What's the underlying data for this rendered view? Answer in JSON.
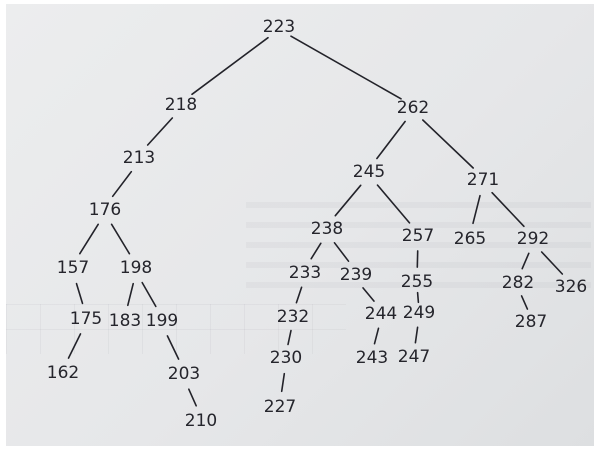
{
  "tree": {
    "nodes": [
      {
        "id": "n223",
        "label": "223"
      },
      {
        "id": "n218",
        "label": "218"
      },
      {
        "id": "n262",
        "label": "262"
      },
      {
        "id": "n213",
        "label": "213"
      },
      {
        "id": "n176",
        "label": "176"
      },
      {
        "id": "n157",
        "label": "157"
      },
      {
        "id": "n198",
        "label": "198"
      },
      {
        "id": "n175",
        "label": "175"
      },
      {
        "id": "n183",
        "label": "183"
      },
      {
        "id": "n199",
        "label": "199"
      },
      {
        "id": "n162",
        "label": "162"
      },
      {
        "id": "n203",
        "label": "203"
      },
      {
        "id": "n210",
        "label": "210"
      },
      {
        "id": "n245",
        "label": "245"
      },
      {
        "id": "n271",
        "label": "271"
      },
      {
        "id": "n238",
        "label": "238"
      },
      {
        "id": "n257",
        "label": "257"
      },
      {
        "id": "n233",
        "label": "233"
      },
      {
        "id": "n239",
        "label": "239"
      },
      {
        "id": "n255",
        "label": "255"
      },
      {
        "id": "n232",
        "label": "232"
      },
      {
        "id": "n244",
        "label": "244"
      },
      {
        "id": "n249",
        "label": "249"
      },
      {
        "id": "n230",
        "label": "230"
      },
      {
        "id": "n243",
        "label": "243"
      },
      {
        "id": "n247",
        "label": "247"
      },
      {
        "id": "n227",
        "label": "227"
      },
      {
        "id": "n265",
        "label": "265"
      },
      {
        "id": "n292",
        "label": "292"
      },
      {
        "id": "n282",
        "label": "282"
      },
      {
        "id": "n326",
        "label": "326"
      },
      {
        "id": "n287",
        "label": "287"
      }
    ],
    "edges": [
      [
        "n223",
        "n218"
      ],
      [
        "n223",
        "n262"
      ],
      [
        "n218",
        "n213"
      ],
      [
        "n213",
        "n176"
      ],
      [
        "n176",
        "n157"
      ],
      [
        "n176",
        "n198"
      ],
      [
        "n157",
        "n175"
      ],
      [
        "n175",
        "n162"
      ],
      [
        "n198",
        "n183"
      ],
      [
        "n198",
        "n199"
      ],
      [
        "n199",
        "n203"
      ],
      [
        "n203",
        "n210"
      ],
      [
        "n262",
        "n245"
      ],
      [
        "n262",
        "n271"
      ],
      [
        "n245",
        "n238"
      ],
      [
        "n245",
        "n257"
      ],
      [
        "n238",
        "n233"
      ],
      [
        "n238",
        "n239"
      ],
      [
        "n233",
        "n232"
      ],
      [
        "n232",
        "n230"
      ],
      [
        "n230",
        "n227"
      ],
      [
        "n239",
        "n244"
      ],
      [
        "n244",
        "n243"
      ],
      [
        "n257",
        "n255"
      ],
      [
        "n255",
        "n249"
      ],
      [
        "n249",
        "n247"
      ],
      [
        "n271",
        "n265"
      ],
      [
        "n271",
        "n292"
      ],
      [
        "n292",
        "n282"
      ],
      [
        "n292",
        "n326"
      ],
      [
        "n282",
        "n287"
      ]
    ]
  }
}
